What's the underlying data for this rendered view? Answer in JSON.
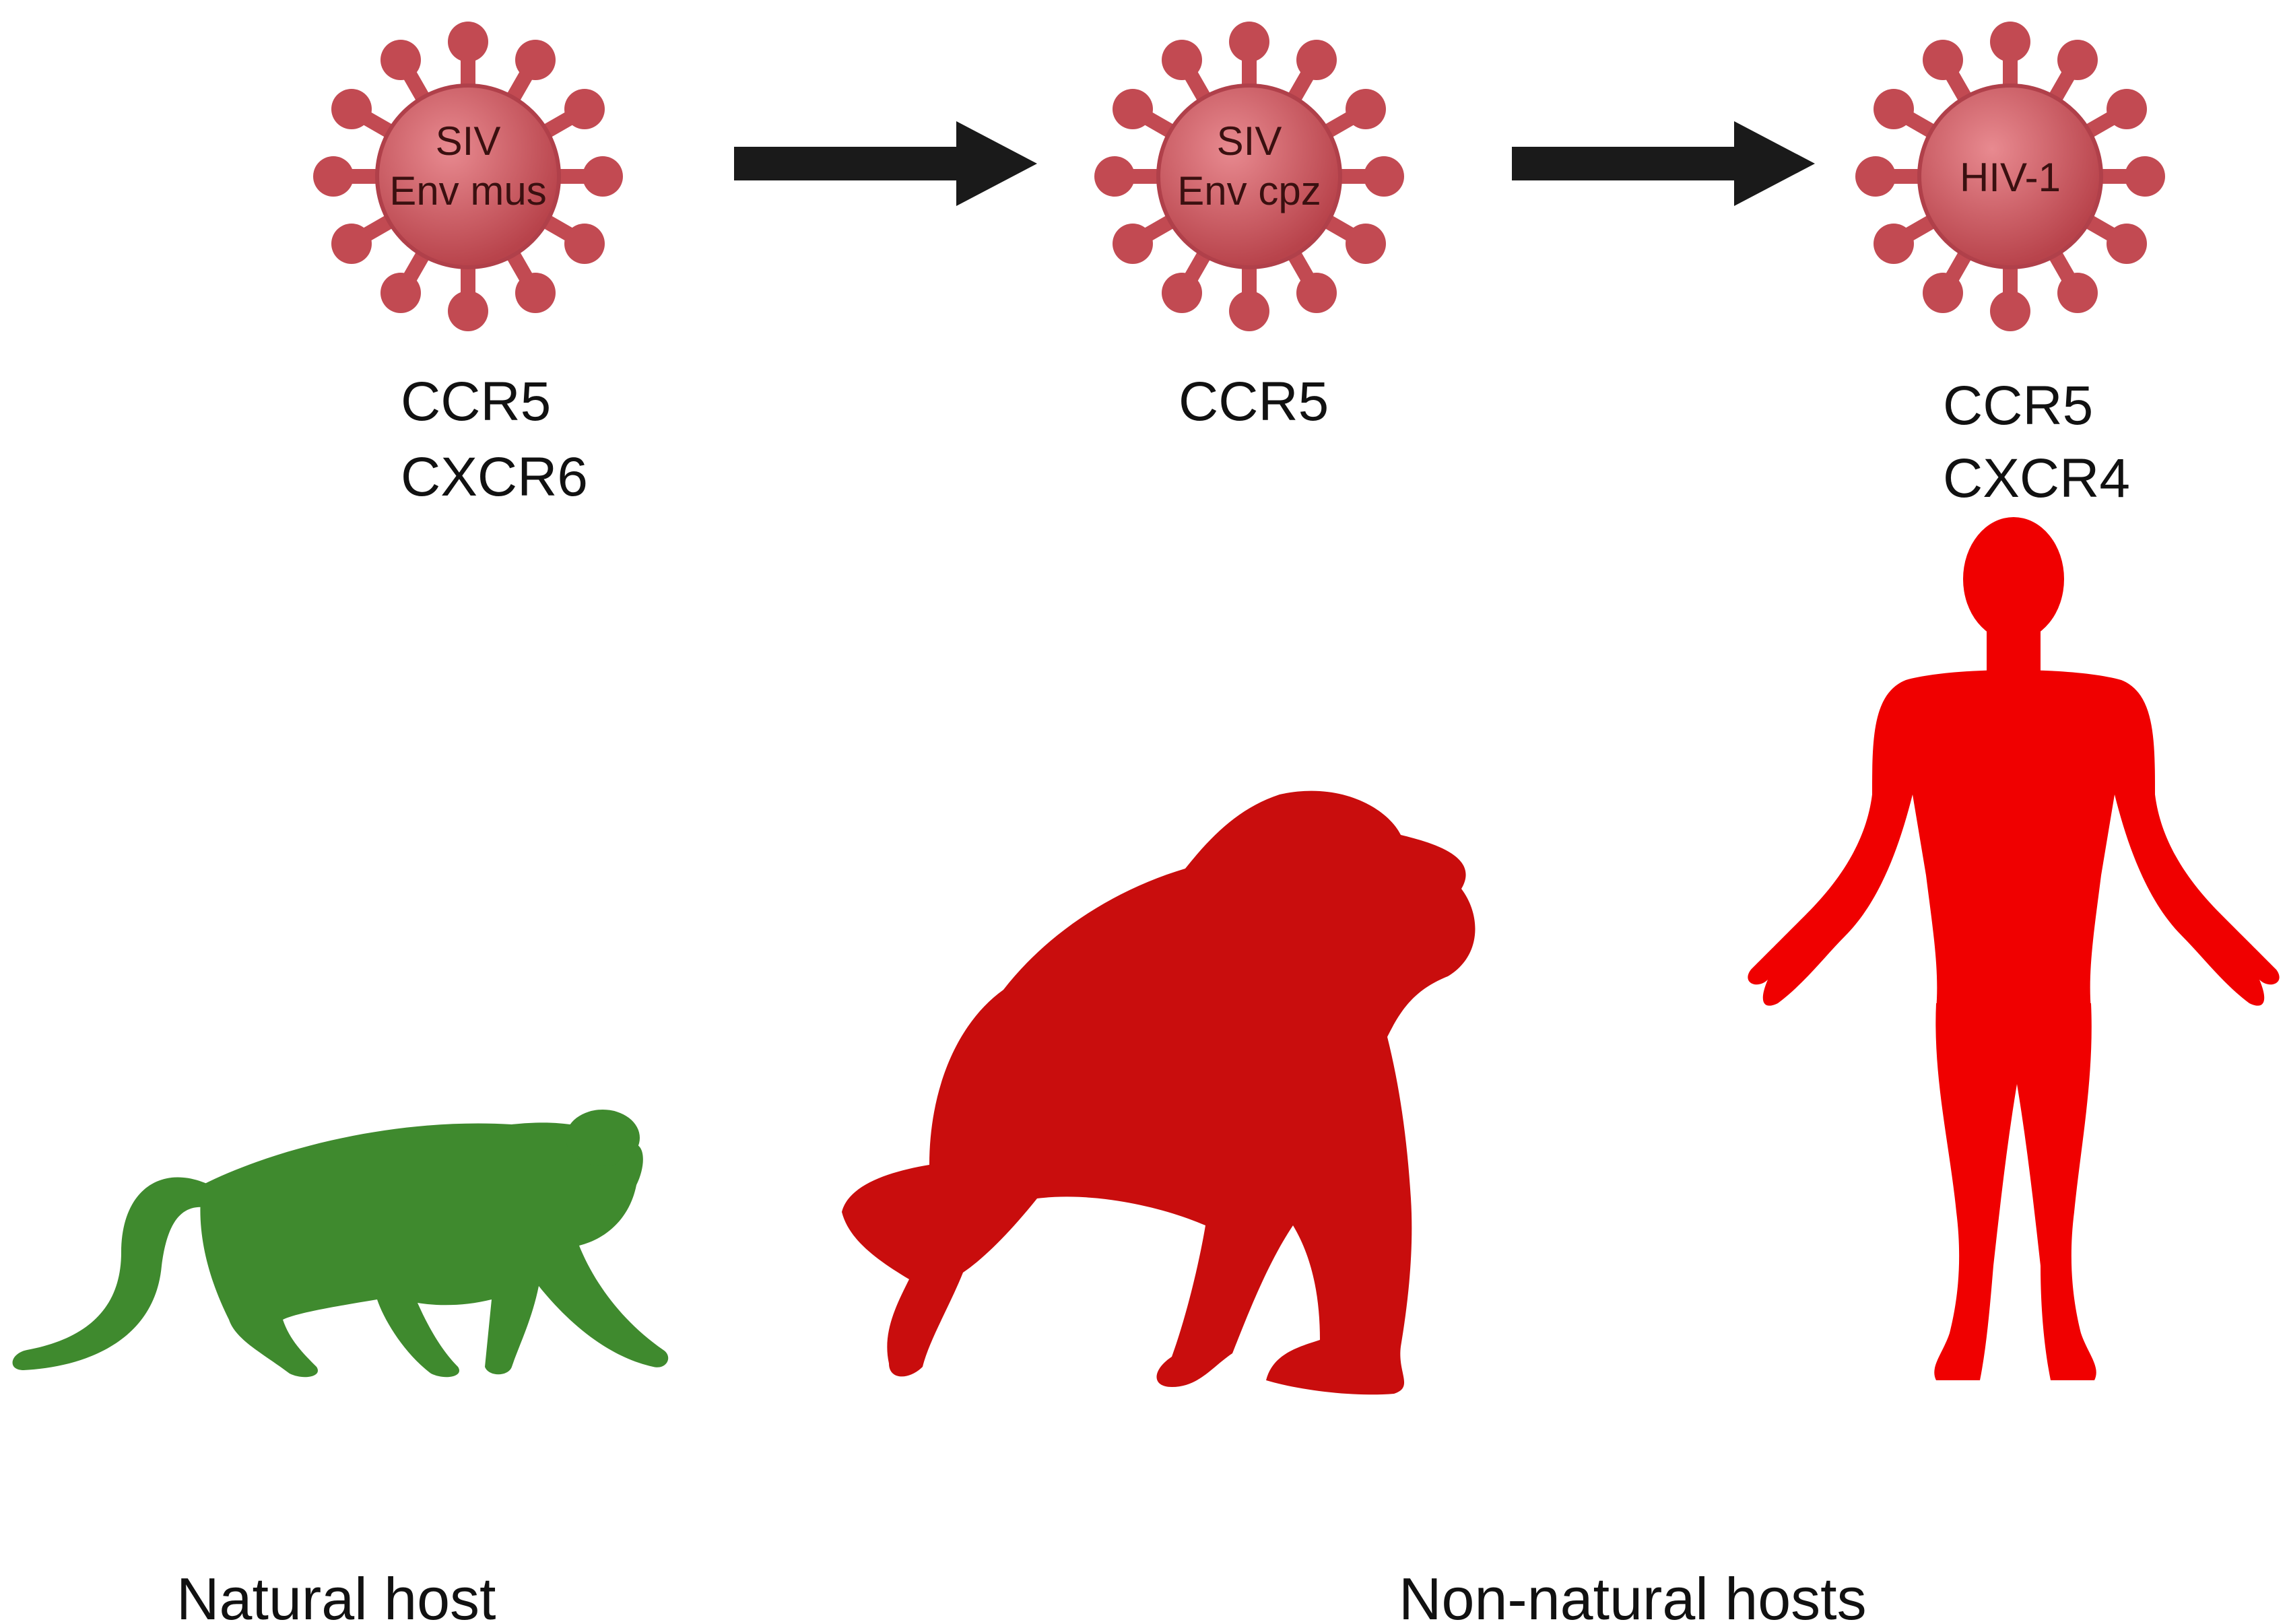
{
  "viruses": [
    {
      "lines": [
        "SIV",
        "Env mus"
      ],
      "receptors": [
        "CCR5",
        "CXCR6"
      ]
    },
    {
      "lines": [
        "SIV",
        "Env cpz"
      ],
      "receptors": [
        "CCR5"
      ]
    },
    {
      "lines": [
        "HIV-1"
      ],
      "receptors": [
        "CCR5",
        "CXCR4"
      ]
    }
  ],
  "hosts": [
    {
      "icon": "monkey-icon",
      "color": "#3f8a2e"
    },
    {
      "icon": "chimpanzee-icon",
      "color": "#c90d0d"
    },
    {
      "icon": "human-icon",
      "color": "#f00000"
    }
  ],
  "labels": {
    "natural": "Natural host",
    "non_natural": "Non-natural hosts"
  },
  "colors": {
    "virus_body": "#c8545c",
    "virus_spike": "#c24a52",
    "arrow": "#1a1a1a"
  }
}
